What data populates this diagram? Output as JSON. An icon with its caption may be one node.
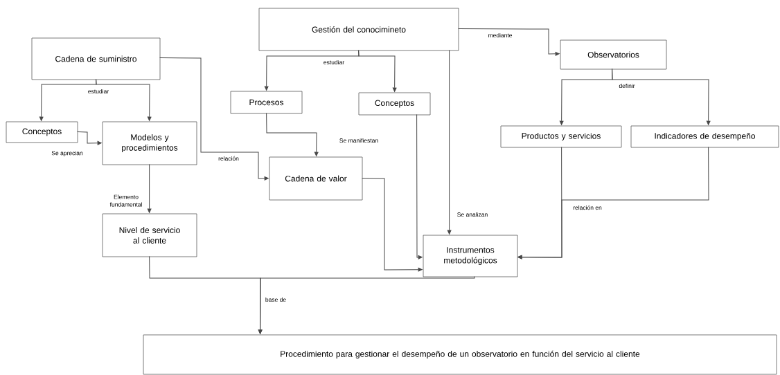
{
  "diagram": {
    "nodes": [
      {
        "text": [
          "Cadena de suministro"
        ]
      },
      {
        "text": [
          "Conceptos"
        ]
      },
      {
        "text": [
          "Modelos y procedimientos"
        ]
      },
      {
        "text": [
          "Nivel de servicio al cliente"
        ]
      },
      {
        "text": [
          "Gestión del conocimineto"
        ]
      },
      {
        "text": [
          "Procesos"
        ]
      },
      {
        "text": [
          "Conceptos"
        ]
      },
      {
        "text": [
          "Cadena de valor"
        ]
      },
      {
        "text": [
          "Observatorios"
        ]
      },
      {
        "text": [
          "Productos y servicios"
        ]
      },
      {
        "text": [
          "Indicadores de desempeño"
        ]
      },
      {
        "text": [
          "Instrumentos metodológicos"
        ]
      },
      {
        "text": [
          "Procedimiento para gestionar el desempeño de un observatorio en función del servicio al cliente"
        ]
      }
    ],
    "edges": [
      {
        "from": 0,
        "to": 1,
        "arrow": "to",
        "label": "estudiar"
      },
      {
        "from": 0,
        "to": 2,
        "arrow": "to"
      },
      {
        "from": 1,
        "to": 2,
        "arrow": "to",
        "label": "Se aprecian"
      },
      {
        "from": 2,
        "to": 3,
        "arrow": "to",
        "label": "Elemento fundamental"
      },
      {
        "from": 0,
        "to": 7,
        "arrow": "to",
        "label": "relación"
      },
      {
        "from": 4,
        "to": 5,
        "arrow": "to",
        "label": "estudiar"
      },
      {
        "from": 4,
        "to": 6,
        "arrow": "to"
      },
      {
        "from": 5,
        "to": 7,
        "arrow": "to",
        "label": "Se manifiestan"
      },
      {
        "from": 4,
        "to": 8,
        "arrow": "to",
        "label": "mediante"
      },
      {
        "from": 4,
        "to": 11,
        "arrow": "to",
        "label": "Se analizan"
      },
      {
        "from": 6,
        "to": 11,
        "arrow": "to"
      },
      {
        "from": 7,
        "to": 11,
        "arrow": "to"
      },
      {
        "from": 8,
        "to": 9,
        "arrow": "to",
        "label": "definir"
      },
      {
        "from": 8,
        "to": 10,
        "arrow": "to"
      },
      {
        "from": 9,
        "to": 11,
        "arrow": "to",
        "label": "relación en"
      },
      {
        "from": 10,
        "to": 11,
        "arrow": "to"
      },
      {
        "from": 3,
        "to": 12,
        "arrow": "to",
        "label": "base de"
      },
      {
        "from": 11,
        "to": 12,
        "arrow": "to"
      }
    ]
  }
}
